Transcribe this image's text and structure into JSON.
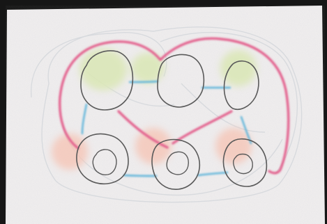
{
  "drawing": {
    "subject": "hand-drawn-graph-sketch",
    "nodes_top_row": 3,
    "nodes_bottom_row": 3
  },
  "colors": {
    "backdrop": "#161616",
    "paper": "#efedee",
    "pencil": "#5a5a5a",
    "heart_outline": "#e3618d",
    "connections": "#59b2d9",
    "node_highlight": "#dbe7b8",
    "inner_rings_glow": "#f6c3b3",
    "faint_outline": "#c7cdd3"
  }
}
